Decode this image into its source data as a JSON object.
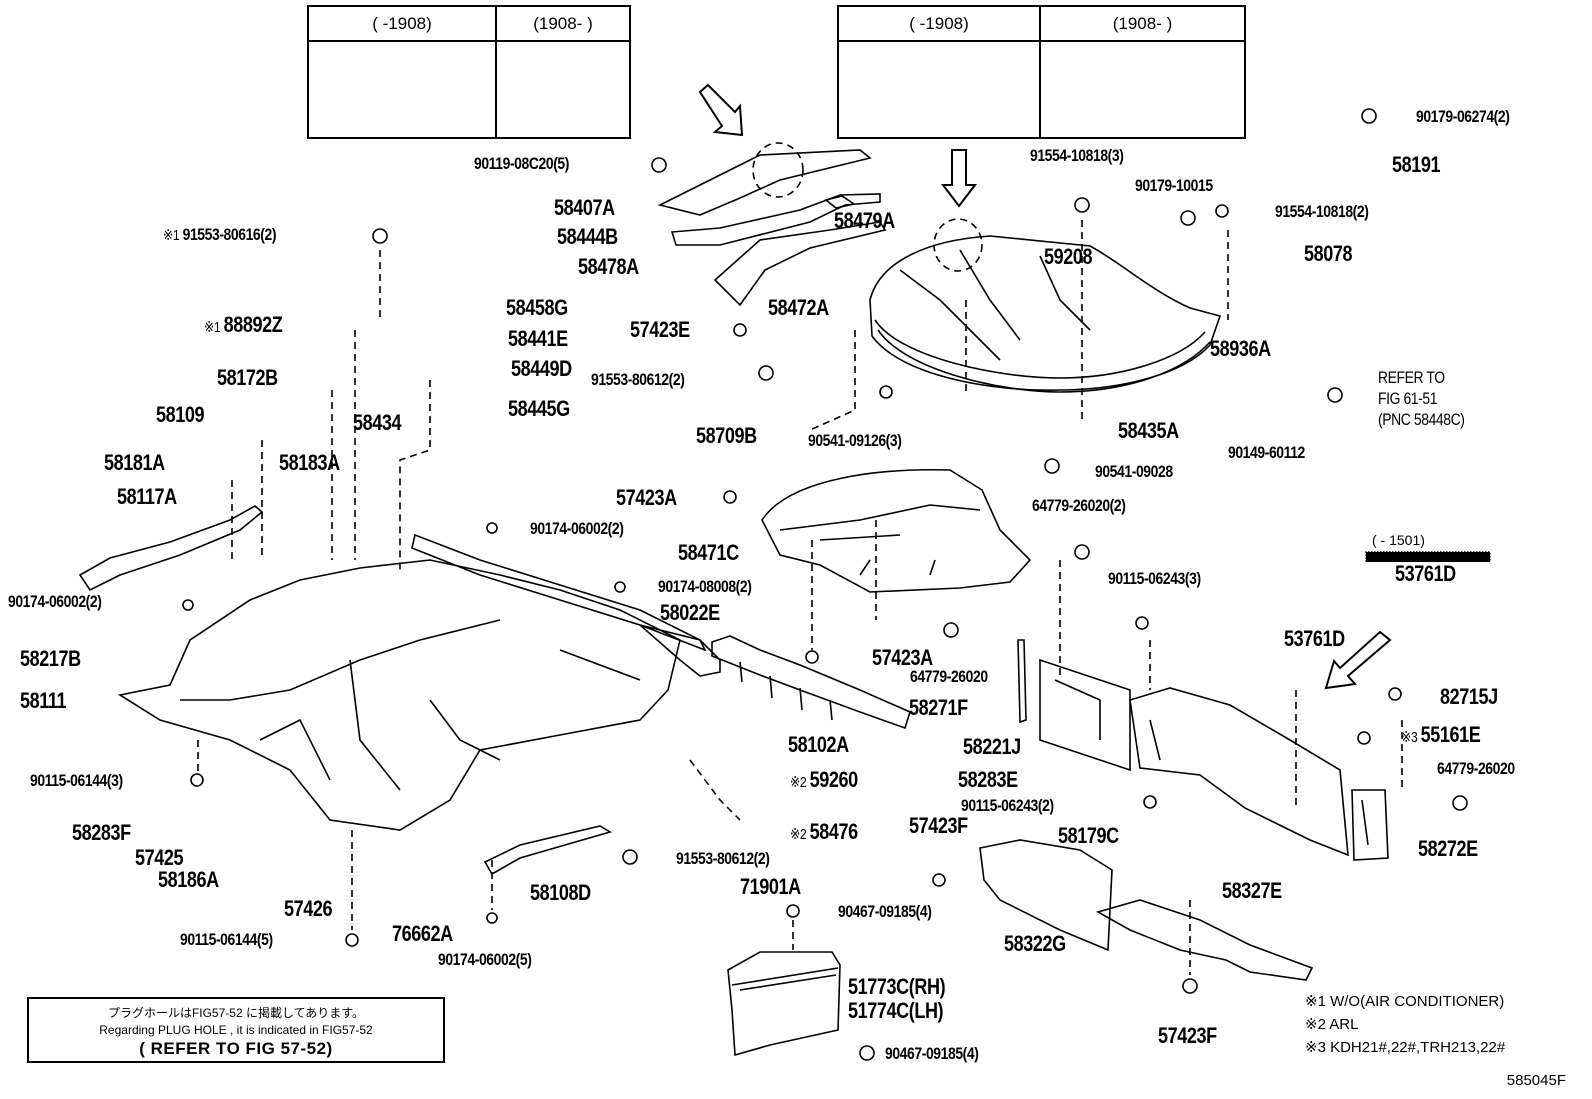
{
  "diagram": {
    "figure_code": "585045F",
    "insets": [
      {
        "id": "left",
        "cells": [
          "(   -1908)",
          "(1908-   )"
        ]
      },
      {
        "id": "right",
        "cells": [
          "(   -1908)",
          "(1908-   )"
        ]
      }
    ],
    "range_note": "(    - 1501)",
    "refer_note": [
      "REFER TO",
      "FIG 61-51",
      "(PNC 58448C)"
    ],
    "plug_hole_note": {
      "line_jp": "プラグホールはFIG57-52 に掲載してあります。",
      "line_en": "Regarding PLUG HOLE , it is indicated in FIG57-52",
      "line_ref": "( REFER TO FIG 57-52)"
    },
    "legend": [
      {
        "mark": "※1",
        "text": "W/O(AIR CONDITIONER)"
      },
      {
        "mark": "※2",
        "text": "ARL"
      },
      {
        "mark": "※3",
        "text": "KDH21#,22#,TRH213,22#"
      }
    ],
    "parts": [
      {
        "id": "p01",
        "text": "90119-08C20(5)"
      },
      {
        "id": "p02",
        "text": "58407A"
      },
      {
        "id": "p03",
        "text": "58444B"
      },
      {
        "id": "p04",
        "text": "58479A"
      },
      {
        "id": "p05",
        "text": "58478A"
      },
      {
        "id": "p06",
        "text": "58472A"
      },
      {
        "id": "p07",
        "text": "57423E"
      },
      {
        "id": "p08",
        "mark": "※1",
        "text": "91553-80616(2)"
      },
      {
        "id": "p09",
        "mark": "※1",
        "text": "88892Z"
      },
      {
        "id": "p10",
        "text": "58458G"
      },
      {
        "id": "p11",
        "text": "58441E"
      },
      {
        "id": "p12",
        "text": "58449D"
      },
      {
        "id": "p13",
        "text": "58445G"
      },
      {
        "id": "p14",
        "text": "58172B"
      },
      {
        "id": "p15",
        "text": "58109"
      },
      {
        "id": "p16",
        "text": "58434"
      },
      {
        "id": "p17",
        "text": "58181A"
      },
      {
        "id": "p18",
        "text": "58183A"
      },
      {
        "id": "p19",
        "text": "58117A"
      },
      {
        "id": "p20",
        "text": "90174-06002(2)"
      },
      {
        "id": "p21",
        "text": "90174-06002(2)"
      },
      {
        "id": "p22",
        "text": "90174-08008(2)"
      },
      {
        "id": "p23",
        "text": "58022E"
      },
      {
        "id": "p24",
        "text": "58217B"
      },
      {
        "id": "p25",
        "text": "58111"
      },
      {
        "id": "p26",
        "text": "57423A"
      },
      {
        "id": "p27",
        "text": "58471C"
      },
      {
        "id": "p28",
        "text": "91553-80612(2)"
      },
      {
        "id": "p29",
        "text": "58709B"
      },
      {
        "id": "p30",
        "text": "90541-09126(3)"
      },
      {
        "id": "p31",
        "text": "91554-10818(3)"
      },
      {
        "id": "p32",
        "text": "59208"
      },
      {
        "id": "p33",
        "text": "58435A"
      },
      {
        "id": "p34",
        "text": "90541-09028"
      },
      {
        "id": "p35",
        "text": "90179-06274(2)"
      },
      {
        "id": "p36",
        "text": "58191"
      },
      {
        "id": "p37",
        "text": "90179-10015"
      },
      {
        "id": "p38",
        "text": "91554-10818(2)"
      },
      {
        "id": "p39",
        "text": "58078"
      },
      {
        "id": "p40",
        "text": "58936A"
      },
      {
        "id": "p41",
        "text": "90149-60112"
      },
      {
        "id": "p42",
        "text": "64779-26020(2)"
      },
      {
        "id": "p43",
        "text": "90115-06243(3)"
      },
      {
        "id": "p44",
        "text": "53761D"
      },
      {
        "id": "p45",
        "text": "53761D"
      },
      {
        "id": "p46",
        "text": "57423A"
      },
      {
        "id": "p47",
        "text": "64779-26020"
      },
      {
        "id": "p48",
        "text": "58271F"
      },
      {
        "id": "p49",
        "text": "58102A"
      },
      {
        "id": "p50",
        "text": "58221J"
      },
      {
        "id": "p51",
        "text": "82715J"
      },
      {
        "id": "p52",
        "mark": "※3",
        "text": "55161E"
      },
      {
        "id": "p53",
        "text": "64779-26020"
      },
      {
        "id": "p54",
        "text": "58283E"
      },
      {
        "id": "p55",
        "text": "90115-06243(2)"
      },
      {
        "id": "p56",
        "text": "58179C"
      },
      {
        "id": "p57",
        "text": "58272E"
      },
      {
        "id": "p58",
        "text": "90115-06144(3)"
      },
      {
        "id": "p59",
        "mark": "※2",
        "text": "59260"
      },
      {
        "id": "p60",
        "mark": "※2",
        "text": "58476"
      },
      {
        "id": "p61",
        "text": "58283F"
      },
      {
        "id": "p62",
        "text": "57425"
      },
      {
        "id": "p63",
        "text": "58186A"
      },
      {
        "id": "p64",
        "text": "57426"
      },
      {
        "id": "p65",
        "text": "91553-80612(2)"
      },
      {
        "id": "p66",
        "text": "71901A"
      },
      {
        "id": "p67",
        "text": "58108D"
      },
      {
        "id": "p68",
        "text": "76662A"
      },
      {
        "id": "p69",
        "text": "90115-06144(5)"
      },
      {
        "id": "p70",
        "text": "90174-06002(5)"
      },
      {
        "id": "p71",
        "text": "57423F"
      },
      {
        "id": "p72",
        "text": "90467-09185(4)"
      },
      {
        "id": "p73",
        "text": "58322G"
      },
      {
        "id": "p74",
        "text": "58327E"
      },
      {
        "id": "p75",
        "text": "51773C(RH)"
      },
      {
        "id": "p76",
        "text": "51774C(LH)"
      },
      {
        "id": "p77",
        "text": "90467-09185(4)"
      },
      {
        "id": "p78",
        "text": "57423F"
      }
    ]
  }
}
